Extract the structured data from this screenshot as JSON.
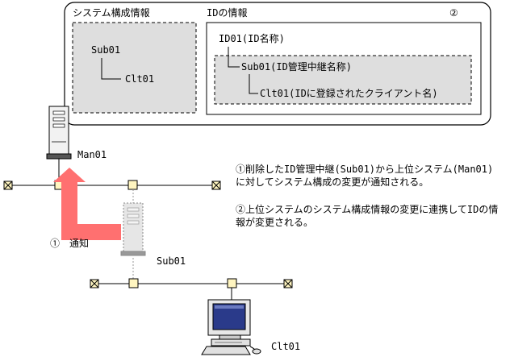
{
  "panel": {
    "system_title": "システム構成情報",
    "id_title": "IDの情報",
    "marker": "②",
    "system_tree": {
      "parent": "Sub01",
      "child": "Clt01"
    },
    "id_tree": {
      "root": "ID01(ID名称)",
      "relay": "Sub01(ID管理中継名称)",
      "client": "Clt01(IDに登録されたクライアント名)"
    }
  },
  "nodes": {
    "manager": "Man01",
    "relay": "Sub01",
    "client": "Clt01"
  },
  "arrow_label": "①　通知",
  "notes": [
    "①削除したID管理中継(Sub01)から上位システム(Man01)に対してシステム構成の変更が通知される。",
    "②上位システムのシステム構成情報の変更に連携してIDの情報が変更される。"
  ],
  "colors": {
    "arrow": "#ff7070",
    "panel_fill": "#dddddd",
    "monitor_screen": "#2a3a8a"
  }
}
